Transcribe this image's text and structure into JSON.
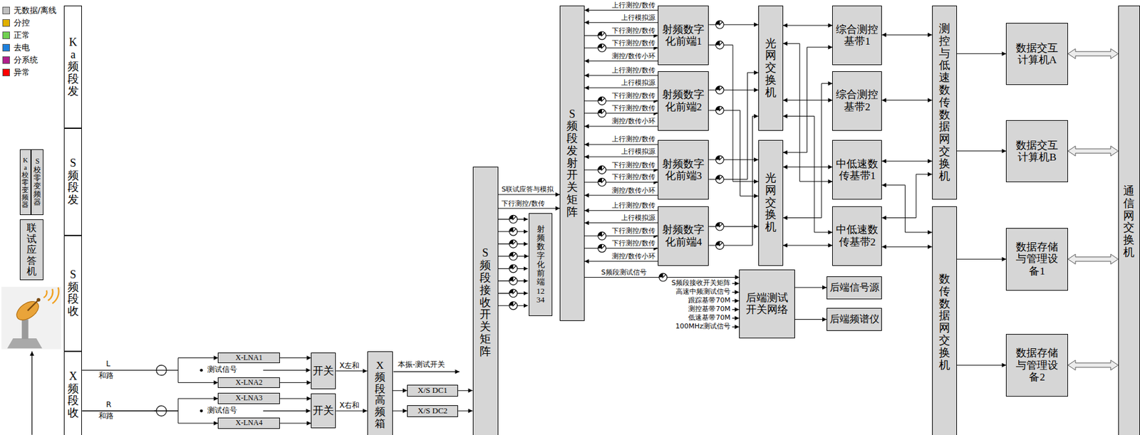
{
  "diagram": {
    "nodes": [
      {
        "text": [
          "Ka频段发"
        ]
      },
      {
        "text": [
          "S频段发"
        ]
      },
      {
        "text": [
          "S频段收"
        ]
      },
      {
        "text": [
          "X频段收"
        ]
      },
      {
        "text": [
          "Ka校零变频器"
        ]
      },
      {
        "text": [
          "S校零变频器"
        ]
      },
      {
        "text": [
          "联试应答机"
        ]
      },
      {
        "text": [
          "X-LNA1"
        ]
      },
      {
        "text": [
          "X-LNA2"
        ]
      },
      {
        "text": [
          "X-LNA3"
        ]
      },
      {
        "text": [
          "X-LNA4"
        ]
      },
      {
        "text": [
          "开关"
        ]
      },
      {
        "text": [
          "开关"
        ]
      },
      {
        "text": [
          "X频段高频箱"
        ]
      },
      {
        "text": [
          "X/S DC1"
        ]
      },
      {
        "text": [
          "X/S DC2"
        ]
      },
      {
        "text": [
          "S频段接收开关矩阵"
        ]
      },
      {
        "text": [
          "射频数字化前端1234"
        ]
      },
      {
        "text": [
          "S频段发射开关矩阵"
        ]
      },
      {
        "text": [
          "射频数字化前端1"
        ]
      },
      {
        "text": [
          "射频数字化前端2"
        ]
      },
      {
        "text": [
          "射频数字化前端3"
        ]
      },
      {
        "text": [
          "射频数字化前端4"
        ]
      },
      {
        "text": [
          "光网交换机"
        ]
      },
      {
        "text": [
          "光网交换机"
        ]
      },
      {
        "text": [
          "综合测控基带1"
        ]
      },
      {
        "text": [
          "综合测控基带2"
        ]
      },
      {
        "text": [
          "中低速数传基带1"
        ]
      },
      {
        "text": [
          "中低速数传基带2"
        ]
      },
      {
        "text": [
          "测控与低速数传数据网交换机"
        ]
      },
      {
        "text": [
          "数传数据网交换机"
        ]
      },
      {
        "text": [
          "数据交互计算机A"
        ]
      },
      {
        "text": [
          "数据交互计算机B"
        ]
      },
      {
        "text": [
          "数据存储与管理设备1"
        ]
      },
      {
        "text": [
          "数据存储与管理设备2"
        ]
      },
      {
        "text": [
          "通信网交换机"
        ]
      },
      {
        "text": [
          "后端测试开关网络"
        ]
      },
      {
        "text": [
          "后端信号源"
        ]
      },
      {
        "text": [
          "后端频谱仪"
        ]
      }
    ],
    "edges": [
      {
        "from": 3,
        "to": 7,
        "arrow": "to"
      },
      {
        "from": 3,
        "to": 8,
        "arrow": "to"
      },
      {
        "from": 3,
        "to": 9,
        "arrow": "to"
      },
      {
        "from": 3,
        "to": 10,
        "arrow": "to"
      },
      {
        "from": 7,
        "to": 11,
        "arrow": "to"
      },
      {
        "from": 8,
        "to": 11,
        "arrow": "to"
      },
      {
        "from": 9,
        "to": 12,
        "arrow": "to"
      },
      {
        "from": 10,
        "to": 12,
        "arrow": "to"
      },
      {
        "from": 11,
        "to": 13,
        "arrow": "to",
        "label": "X左和"
      },
      {
        "from": 12,
        "to": 13,
        "arrow": "to",
        "label": "X右和"
      },
      {
        "from": 13,
        "to": 14,
        "arrow": "to"
      },
      {
        "from": 13,
        "to": 15,
        "arrow": "to"
      },
      {
        "from": 14,
        "to": 16,
        "arrow": "to"
      },
      {
        "from": 15,
        "to": 16,
        "arrow": "to"
      },
      {
        "from": 16,
        "to": 17,
        "arrow": "to"
      },
      {
        "from": 16,
        "to": 18,
        "arrow": "to",
        "label": "S联试应答与模拟"
      },
      {
        "from": 16,
        "to": 18,
        "arrow": "to",
        "label": "下行测控/数传"
      },
      {
        "from": 19,
        "to": 18,
        "arrow": "to",
        "label": "上行测控/数传"
      },
      {
        "from": 19,
        "to": 18,
        "arrow": "to",
        "label": "上行模拟源"
      },
      {
        "from": 18,
        "to": 19,
        "arrow": "to",
        "label": "下行测控/数传"
      },
      {
        "from": 18,
        "to": 19,
        "arrow": "to",
        "label": "下行测控/数传"
      },
      {
        "from": 19,
        "to": 18,
        "arrow": "to",
        "label": "测控/数传小环"
      },
      {
        "from": 20,
        "to": 18,
        "arrow": "to",
        "label": "上行测控/数传"
      },
      {
        "from": 20,
        "to": 18,
        "arrow": "to",
        "label": "上行模拟源"
      },
      {
        "from": 18,
        "to": 20,
        "arrow": "to",
        "label": "下行测控/数传"
      },
      {
        "from": 18,
        "to": 20,
        "arrow": "to",
        "label": "下行测控/数传"
      },
      {
        "from": 20,
        "to": 18,
        "arrow": "to",
        "label": "测控/数传小环"
      },
      {
        "from": 21,
        "to": 18,
        "arrow": "to",
        "label": "上行测控/数传"
      },
      {
        "from": 21,
        "to": 18,
        "arrow": "to",
        "label": "上行模拟源"
      },
      {
        "from": 18,
        "to": 21,
        "arrow": "to",
        "label": "下行测控/数传"
      },
      {
        "from": 18,
        "to": 21,
        "arrow": "to",
        "label": "下行测控/数传"
      },
      {
        "from": 21,
        "to": 18,
        "arrow": "to",
        "label": "测控/数传小环"
      },
      {
        "from": 22,
        "to": 18,
        "arrow": "to",
        "label": "上行测控/数传"
      },
      {
        "from": 22,
        "to": 18,
        "arrow": "to",
        "label": "上行模拟源"
      },
      {
        "from": 18,
        "to": 22,
        "arrow": "to",
        "label": "下行测控/数传"
      },
      {
        "from": 18,
        "to": 22,
        "arrow": "to",
        "label": "下行测控/数传"
      },
      {
        "from": 22,
        "to": 18,
        "arrow": "to",
        "label": "测控/数传小环"
      },
      {
        "from": 18,
        "to": 36,
        "arrow": "to",
        "label": "S频段测试信号"
      },
      {
        "from": 36,
        "to": 37,
        "arrow": "to"
      },
      {
        "from": 36,
        "to": 38,
        "arrow": "to"
      },
      {
        "from": 19,
        "to": 23,
        "arrow": "to"
      },
      {
        "from": 19,
        "to": 24,
        "arrow": "to"
      },
      {
        "from": 20,
        "to": 23,
        "arrow": "to"
      },
      {
        "from": 20,
        "to": 24,
        "arrow": "to"
      },
      {
        "from": 21,
        "to": 24,
        "arrow": "to"
      },
      {
        "from": 21,
        "to": 23,
        "arrow": "to"
      },
      {
        "from": 22,
        "to": 24,
        "arrow": "to"
      },
      {
        "from": 22,
        "to": 23,
        "arrow": "to"
      },
      {
        "from": 23,
        "to": 25,
        "arrow": "both"
      },
      {
        "from": 23,
        "to": 26,
        "arrow": "both"
      },
      {
        "from": 24,
        "to": 27,
        "arrow": "both"
      },
      {
        "from": 24,
        "to": 28,
        "arrow": "both"
      },
      {
        "from": 23,
        "to": 27,
        "arrow": "both"
      },
      {
        "from": 23,
        "to": 28,
        "arrow": "both"
      },
      {
        "from": 24,
        "to": 25,
        "arrow": "both"
      },
      {
        "from": 24,
        "to": 26,
        "arrow": "both"
      },
      {
        "from": 25,
        "to": 29,
        "arrow": "both"
      },
      {
        "from": 26,
        "to": 29,
        "arrow": "both"
      },
      {
        "from": 27,
        "to": 29,
        "arrow": "both"
      },
      {
        "from": 28,
        "to": 29,
        "arrow": "both"
      },
      {
        "from": 27,
        "to": 30,
        "arrow": "both"
      },
      {
        "from": 28,
        "to": 30,
        "arrow": "both"
      },
      {
        "from": 29,
        "to": 31,
        "arrow": "to"
      },
      {
        "from": 29,
        "to": 32,
        "arrow": "to"
      },
      {
        "from": 30,
        "to": 33,
        "arrow": "to"
      },
      {
        "from": 30,
        "to": 34,
        "arrow": "to"
      },
      {
        "from": 31,
        "to": 35,
        "arrow": "both"
      },
      {
        "from": 32,
        "to": 35,
        "arrow": "both"
      },
      {
        "from": 33,
        "to": 35,
        "arrow": "both"
      },
      {
        "from": 34,
        "to": 35,
        "arrow": "both"
      }
    ],
    "labels": [
      "L",
      "和路",
      "R",
      "和路",
      "测试信号",
      "测试信号",
      "本振-测试开关",
      "S频段接收开关矩阵",
      "高速中频测试信号",
      "跟踪基带70M",
      "测控基带70M",
      "低速基带70M",
      "100MHz测试信号"
    ],
    "legend": [
      {
        "text": "无数据/离线",
        "color": "#c0c0c0"
      },
      {
        "text": "分控",
        "color": "#e0b000"
      },
      {
        "text": "正常",
        "color": "#70d050"
      },
      {
        "text": "去电",
        "color": "#1e80dc"
      },
      {
        "text": "分系统",
        "color": "#b01e8c"
      },
      {
        "text": "异常",
        "color": "#ff0000"
      }
    ]
  }
}
